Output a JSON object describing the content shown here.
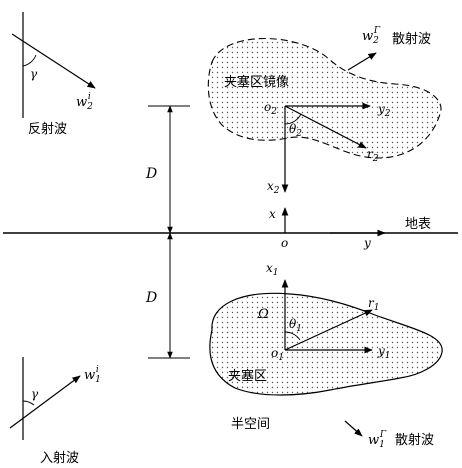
{
  "labels": {
    "reflected_wave": "反射波",
    "incident_wave": "入射波",
    "scattered_wave_top": "散射波",
    "scattered_wave_bottom": "散射波",
    "mirror_inclusion": "夹塞区镜像",
    "inclusion": "夹塞区",
    "half_space": "半空间",
    "ground_surface": "地表",
    "depth_top": "D",
    "depth_bottom": "D",
    "omega": "Ω"
  },
  "waves": {
    "reflected": {
      "base": "w",
      "sub": "2",
      "sup": "i",
      "angle": "γ"
    },
    "incident": {
      "base": "w",
      "sub": "1",
      "sup": "i",
      "angle": "γ"
    },
    "scattered_top": {
      "base": "w",
      "sub": "2",
      "sup": "Γ"
    },
    "scattered_bottom": {
      "base": "w",
      "sub": "1",
      "sup": "Γ"
    }
  },
  "axes": {
    "origin": "o",
    "surface_x": "x",
    "surface_y": "y",
    "top": {
      "origin": "o",
      "origin_sub": "2",
      "x": "x",
      "x_sub": "2",
      "y": "y",
      "y_sub": "2",
      "r": "r",
      "r_sub": "2",
      "theta": "θ",
      "theta_sub": "2"
    },
    "bottom": {
      "origin": "o",
      "origin_sub": "1",
      "x": "x",
      "x_sub": "1",
      "y": "y",
      "y_sub": "1",
      "r": "r",
      "r_sub": "1",
      "theta": "θ",
      "theta_sub": "1"
    }
  }
}
